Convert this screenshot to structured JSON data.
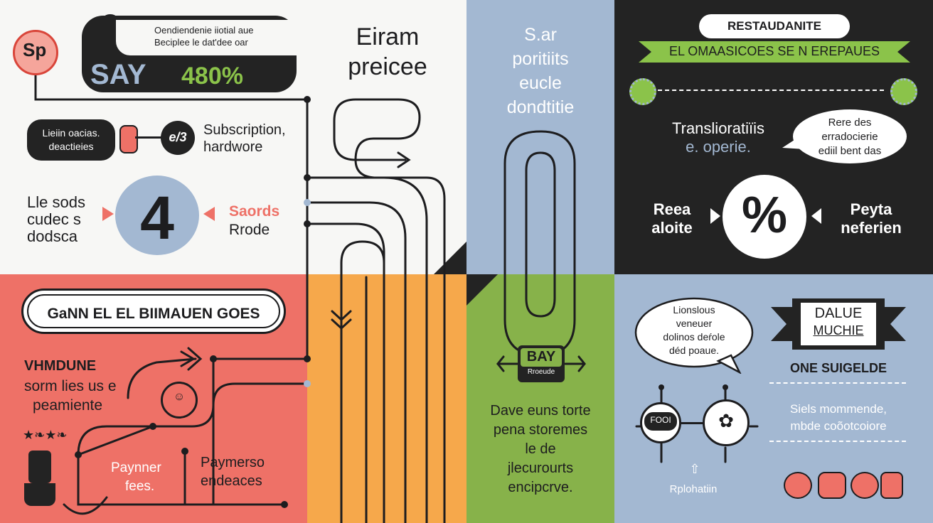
{
  "colors": {
    "cream": "#f7f7f5",
    "coral": "#ee7167",
    "orange": "#f6a84b",
    "blue": "#a3b8d2",
    "green": "#87b24a",
    "dark": "#232323",
    "lime": "#8bc34a",
    "ink": "#1d1d1f"
  },
  "top_left": {
    "logo": "Sp",
    "pill_line1": "Oendiendenie iiotial aue",
    "pill_line2": "Beciplee le dat'dee oar",
    "say": "SAY",
    "pct": "480%",
    "small_pill_line1": "Lieiin oacias.",
    "small_pill_line2": "deactieies",
    "glyph": "e/3",
    "subscription_line1": "Subscription,",
    "subscription_line2": "hardwore",
    "left_text_line1": "Lle sods",
    "left_text_line2": "cudec s",
    "left_text_line3": "dodsca",
    "big_number": "4",
    "saords": "Saords",
    "rrode": "Rrode"
  },
  "top_center": {
    "title_line1": "Eiram",
    "title_line2": "preicee"
  },
  "blue_column": {
    "line1": "S.ar",
    "line2": "poritiits",
    "line3": "eucle",
    "line4": "dondtitie"
  },
  "green_column": {
    "badge_top": "BAY",
    "badge_bottom": "Rroeude",
    "text_line1": "Dave euns torte",
    "text_line2": "pena storemes",
    "text_line3": "le de",
    "text_line4": "jlecurourts",
    "text_line5": "encipcrve."
  },
  "dark_panel": {
    "top_pill": "RESTAUDANITE",
    "banner": "EL OMAASICOES SE N EREPAUES",
    "trans_line1": "Translioratiïis",
    "trans_line2": "e. operie.",
    "bubble_line1": "Rere des",
    "bubble_line2": "erradocierie",
    "bubble_line3": "ediil bent das",
    "left_label_line1": "Reea",
    "left_label_line2": "aloite",
    "percent": "%",
    "right_label_line1": "Peyta",
    "right_label_line2": "neferien"
  },
  "coral_panel": {
    "pill": "GaNN EL EL BIIMAUEN GOES",
    "heading": "VHMDUNE",
    "line1": "sorm lies us e",
    "line2": "peamiente",
    "doodle": "★❧★❧",
    "pay1_line1": "Paynner",
    "pay1_line2": "fees.",
    "pay2_line1": "Paymerso",
    "pay2_line2": "endeaces"
  },
  "blue_br": {
    "bubble_line1": "Lionslous",
    "bubble_line2": "veneuer",
    "bubble_line3": "dolinos deŕole",
    "bubble_line4": "déd poaue.",
    "ribbon_line1": "DALUE",
    "ribbon_line2": "MUCHIE",
    "sub_heading": "ONE SUIGELDE",
    "circle_label": "FOOI",
    "side_line1": "Siels mommende,",
    "side_line2": "mbde coõotcoiore",
    "footer": "Rplohatiin"
  }
}
